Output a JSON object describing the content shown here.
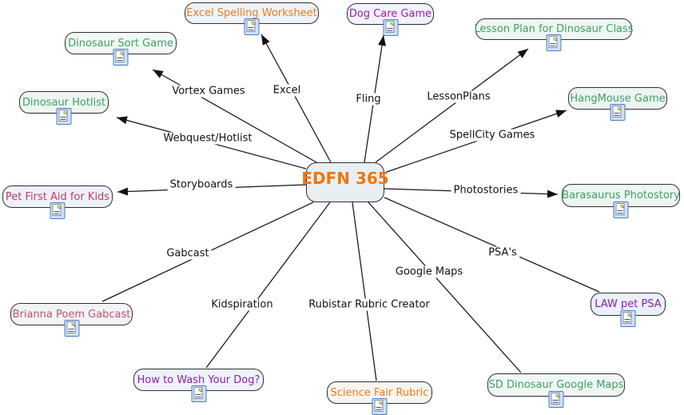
{
  "diagram_type": "concept-map",
  "center": {
    "label": "EDFN 365",
    "color": "#ef760f",
    "fill": "#e9eef2"
  },
  "nodes": [
    {
      "label": "Dinosaur Sort Game",
      "color": "#3da06b",
      "fill": "#f2f8f3"
    },
    {
      "label": "Excel Spelling Worksheet",
      "color": "#ee7b1c",
      "fill": "#edf3f9"
    },
    {
      "label": "Dog Care Game",
      "color": "#a21caf",
      "fill": "#f0f3fa"
    },
    {
      "label": "Lesson Plan for Dinosaur Class",
      "color": "#3da06b",
      "fill": "#eef6f0"
    },
    {
      "label": "HangMouse Game",
      "color": "#3da06b",
      "fill": "#eef5f1"
    },
    {
      "label": "Barasaurus Photostory",
      "color": "#3da06b",
      "fill": "#eef6f0"
    },
    {
      "label": "Dinosaur Hotlist",
      "color": "#3da06b",
      "fill": "#eff6f1"
    },
    {
      "label": "Pet First Aid for Kids",
      "color": "#c13a72",
      "fill": "#eef2f8"
    },
    {
      "label": "Brianna Poem Gabcast",
      "color": "#bf5570",
      "fill": "#f3f3f6"
    },
    {
      "label": "How to Wash Your Dog?",
      "color": "#8d1fa8",
      "fill": "#eef3fa"
    },
    {
      "label": "Science Fair Rubric",
      "color": "#ee7b1c",
      "fill": "#f6f6f1"
    },
    {
      "label": "SD Dinosaur Google Maps",
      "color": "#3da06b",
      "fill": "#f0f7f2"
    },
    {
      "label": "LAW pet PSA",
      "color": "#8d1fa8",
      "fill": "#eaf0f9"
    }
  ],
  "edges": [
    {
      "label": "Vortex Games",
      "target": "Dinosaur Sort Game"
    },
    {
      "label": "Excel",
      "target": "Excel Spelling Worksheet"
    },
    {
      "label": "Fling",
      "target": "Dog Care Game"
    },
    {
      "label": "LessonPlans",
      "target": "Lesson Plan for Dinosaur Class"
    },
    {
      "label": "SpellCity Games",
      "target": "HangMouse Game"
    },
    {
      "label": "Webquest/Hotlist",
      "target": "Dinosaur Hotlist"
    },
    {
      "label": "Storyboards",
      "target": "Pet First Aid for Kids"
    },
    {
      "label": "Photostories",
      "target": "Barasaurus Photostory"
    },
    {
      "label": "Gabcast",
      "target": "Brianna Poem Gabcast"
    },
    {
      "label": "Kidspiration",
      "target": "How to Wash Your Dog?"
    },
    {
      "label": "Rubistar Rubric Creator",
      "target": "Science Fair Rubric"
    },
    {
      "label": "Google Maps",
      "target": "SD Dinosaur Google Maps"
    },
    {
      "label": "PSA's",
      "target": "LAW pet PSA"
    }
  ],
  "icons": {
    "hyperlink": "document-with-picture hyperlink icon"
  },
  "colors": {
    "line": "#161616",
    "node_border": "#2e2e38",
    "background": "#ffffff"
  }
}
